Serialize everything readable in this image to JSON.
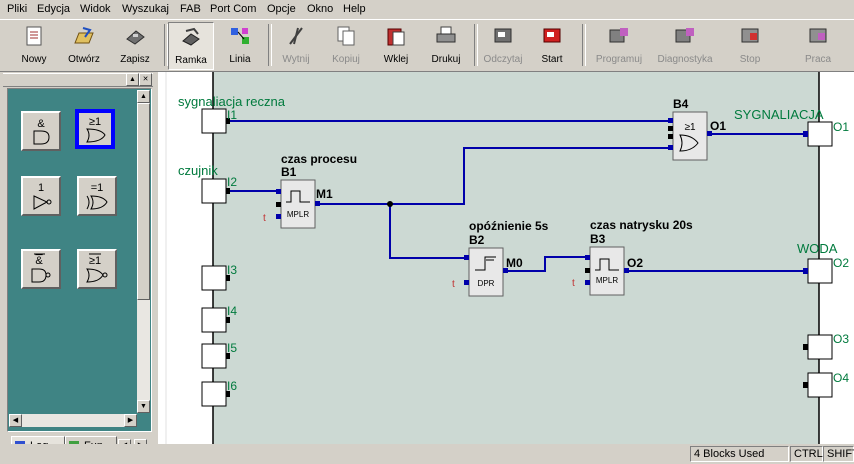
{
  "menu": [
    "Pliki",
    "Edycja",
    "Widok",
    "Wyszukaj",
    "FAB",
    "Port Com",
    "Opcje",
    "Okno",
    "Help"
  ],
  "toolbar": {
    "buttons": [
      {
        "label": "Nowy",
        "icon": "new-document-icon"
      },
      {
        "label": "Otwórz",
        "icon": "open-folder-icon"
      },
      {
        "label": "Zapisz",
        "icon": "save-disk-icon"
      },
      {
        "label": "Ramka",
        "icon": "frame-tool-icon",
        "active": true
      },
      {
        "label": "Linia",
        "icon": "line-tool-icon"
      },
      {
        "label": "Wytnij",
        "icon": "cut-scissors-icon",
        "disabled": true
      },
      {
        "label": "Kopiuj",
        "icon": "copy-icon",
        "disabled": true
      },
      {
        "label": "Wklej",
        "icon": "paste-icon"
      },
      {
        "label": "Drukuj",
        "icon": "print-icon"
      },
      {
        "label": "Odczytaj",
        "icon": "read-device-icon",
        "disabled": true
      },
      {
        "label": "Start",
        "icon": "start-icon"
      },
      {
        "label": "Programuj",
        "icon": "program-device-icon",
        "disabled": true
      },
      {
        "label": "Diagnostyka",
        "icon": "diagnostics-icon",
        "disabled": true
      },
      {
        "label": "Stop",
        "icon": "stop-icon",
        "disabled": true
      },
      {
        "label": "Praca",
        "icon": "run-mode-icon",
        "disabled": true
      }
    ]
  },
  "palette": {
    "gates": [
      {
        "label": "&",
        "icon": "and-gate-icon"
      },
      {
        "label": "≥1",
        "icon": "or-gate-icon",
        "selected": true
      },
      {
        "label": "1",
        "icon": "not-gate-icon"
      },
      {
        "label": "=1",
        "icon": "xor-gate-icon"
      },
      {
        "label": "&",
        "icon": "nand-gate-icon"
      },
      {
        "label": "≥1",
        "icon": "nor-gate-icon"
      }
    ],
    "tabs": [
      {
        "label": "Log",
        "icon": "logic-tab-icon"
      },
      {
        "label": "Fun",
        "icon": "function-tab-icon"
      }
    ]
  },
  "diagram": {
    "inputs": [
      {
        "id": "I1",
        "name": "sygnaliacja reczna"
      },
      {
        "id": "I2",
        "name": "czujnik"
      },
      {
        "id": "I3",
        "name": ""
      },
      {
        "id": "I4",
        "name": ""
      },
      {
        "id": "I5",
        "name": ""
      },
      {
        "id": "I6",
        "name": ""
      }
    ],
    "outputs": [
      {
        "id": "O1",
        "name": "SYGNALIACJA"
      },
      {
        "id": "O2",
        "name": "WODA"
      },
      {
        "id": "O3",
        "name": ""
      },
      {
        "id": "O4",
        "name": ""
      }
    ],
    "blocks": [
      {
        "id": "B1",
        "title": "czas procesu",
        "type": "MPLR",
        "out": "M1",
        "t": "t"
      },
      {
        "id": "B2",
        "title": "opóźnienie 5s",
        "type": "DPR",
        "out": "M0",
        "t": "t"
      },
      {
        "id": "B3",
        "title": "czas natrysku 20s",
        "type": "MPLR",
        "out": "O2",
        "t": "t"
      },
      {
        "id": "B4",
        "title": "",
        "type": "≥1",
        "out": "O1"
      }
    ]
  },
  "status": {
    "blocks_used": "4 Blocks Used",
    "ctrl": "CTRL",
    "shift": "SHIFT"
  },
  "colors": {
    "canvas_bg": "#ccd9d3",
    "wire": "#0000aa",
    "label_green": "#007a3d",
    "palette_bg": "#3f8484"
  }
}
